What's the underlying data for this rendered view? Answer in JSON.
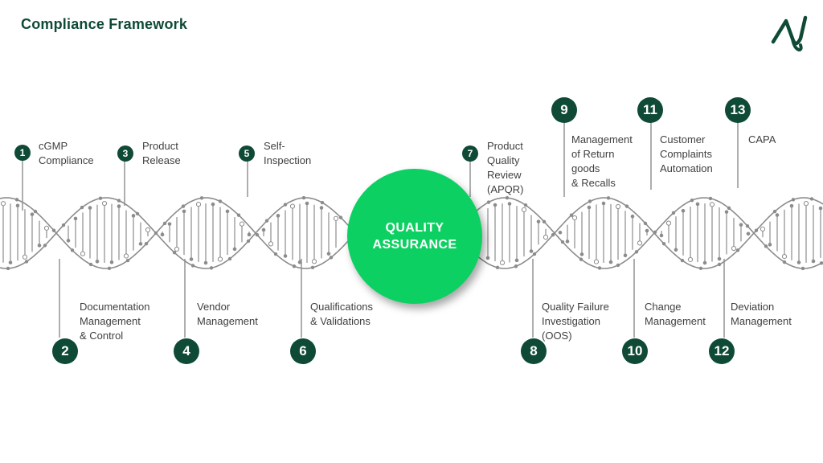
{
  "title": "Compliance Framework",
  "center_label": "QUALITY ASSURANCE",
  "colors": {
    "accent": "#0dd062",
    "badge": "#0f4a36",
    "title": "#0f4a36",
    "helix": "#8c8c8c"
  },
  "items": [
    {
      "number": "1",
      "label": "cGMP\nCompliance"
    },
    {
      "number": "2",
      "label": "Documentation\nManagement\n& Control"
    },
    {
      "number": "3",
      "label": "Product\nRelease"
    },
    {
      "number": "4",
      "label": "Vendor\nManagement"
    },
    {
      "number": "5",
      "label": "Self-\nInspection"
    },
    {
      "number": "6",
      "label": "Qualifications\n& Validations"
    },
    {
      "number": "7",
      "label": "Product\nQuality\nReview\n(APQR)"
    },
    {
      "number": "8",
      "label": "Quality Failure\nInvestigation\n(OOS)"
    },
    {
      "number": "9",
      "label": "Management\nof Return\ngoods\n& Recalls"
    },
    {
      "number": "10",
      "label": "Change\nManagement"
    },
    {
      "number": "11",
      "label": "Customer\nComplaints\nAutomation"
    },
    {
      "number": "12",
      "label": "Deviation\nManagement"
    },
    {
      "number": "13",
      "label": "CAPA"
    }
  ]
}
